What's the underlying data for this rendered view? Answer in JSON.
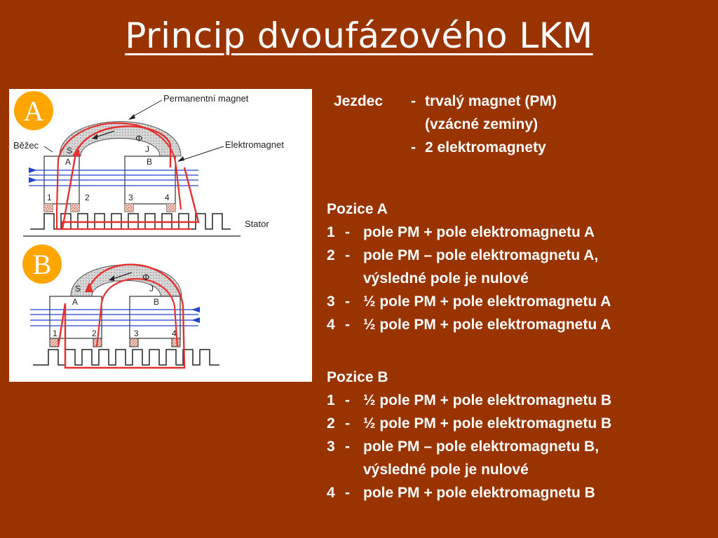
{
  "title": "Princip dvoufázového LKM",
  "badges": {
    "a": "A",
    "b": "B"
  },
  "colors": {
    "background": "#993300",
    "badge": "#ffa500",
    "flux_line": "#e53030"
  },
  "diagram": {
    "labels": {
      "permanent_magnet": "Permanentní magnet",
      "runner": "Běžec",
      "electromagnet": "Elektromagnet",
      "stator": "Stator",
      "phi": "Φ",
      "s": "S",
      "j": "J",
      "a": "A",
      "b": "B",
      "n1": "1",
      "n2": "2",
      "n3": "3",
      "n4": "4"
    }
  },
  "jezdec": {
    "label": "Jezdec",
    "dash": "-",
    "line1": "trvalý magnet (PM)",
    "line2": "(vzácné zeminy)",
    "line3": "2 elektromagnety"
  },
  "pozice_a": {
    "heading": "Pozice A",
    "items": [
      {
        "num": "1",
        "dash": "-",
        "lines": [
          "pole  PM + pole elektromagnetu A"
        ]
      },
      {
        "num": "2",
        "dash": "-",
        "lines": [
          "pole PM – pole elektromagnetu A,",
          "výsledné pole je nulové"
        ]
      },
      {
        "num": "3",
        "dash": "-",
        "lines": [
          "½ pole PM + pole elektromagnetu A"
        ]
      },
      {
        "num": "4",
        "dash": "-",
        "lines": [
          "½ pole PM + pole elektromagnetu A"
        ]
      }
    ]
  },
  "pozice_b": {
    "heading": "Pozice B",
    "items": [
      {
        "num": "1",
        "dash": "-",
        "lines": [
          "½ pole PM + pole elektromagnetu B"
        ]
      },
      {
        "num": "2",
        "dash": "-",
        "lines": [
          "½ pole PM + pole elektromagnetu B"
        ]
      },
      {
        "num": "3",
        "dash": "-",
        "lines": [
          "pole PM – pole elektromagnetu B,",
          "výsledné pole je nulové"
        ]
      },
      {
        "num": "4",
        "dash": "-",
        "lines": [
          "pole  PM + pole elektromagnetu B"
        ]
      }
    ]
  }
}
